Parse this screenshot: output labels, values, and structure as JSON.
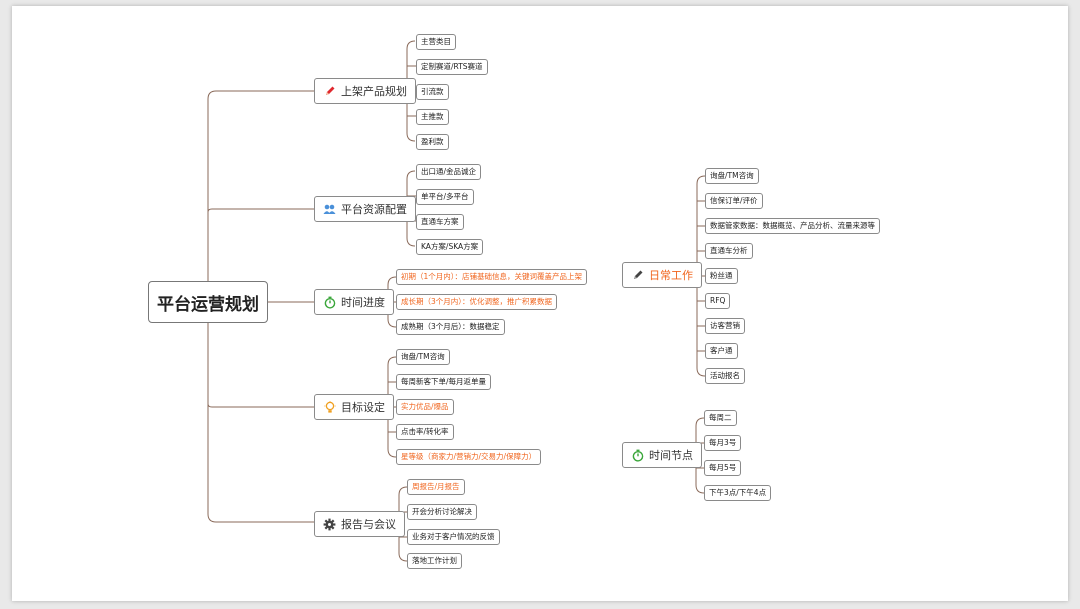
{
  "root": {
    "label": "平台运营规划"
  },
  "branches": {
    "b1": {
      "label": "上架产品规划",
      "icon": "pencil-icon",
      "leaves": [
        "主营类目",
        "定制赛道/RTS赛道",
        "引流款",
        "主推款",
        "盈利款"
      ]
    },
    "b2": {
      "label": "平台资源配置",
      "icon": "people-icon",
      "leaves": [
        "出口通/金品诚企",
        "单平台/多平台",
        "直通车方案",
        "KA方案/SKA方案"
      ]
    },
    "b3": {
      "label": "时间进度",
      "icon": "timer-icon",
      "leaves": [
        "初期（1个月内）：店铺基础信息，关键词覆盖产品上架",
        "成长期（3个月内）：优化调整，推广积累数据",
        "成熟期（3个月后）：数据稳定"
      ]
    },
    "b4": {
      "label": "目标设定",
      "icon": "lightbulb-icon",
      "leaves": [
        "询盘/TM咨询",
        "每周新客下单/每月返单量",
        "实力优品/爆品",
        "点击率/转化率",
        "星等级（商家力/营销力/交易力/保障力）"
      ]
    },
    "b5": {
      "label": "报告与会议",
      "icon": "gear-icon",
      "leaves": [
        "周报告/月报告",
        "开会分析讨论解决",
        "业务对于客户情况的反馈",
        "落地工作计划"
      ]
    },
    "b6": {
      "label": "日常工作",
      "icon": "pencil-icon",
      "leaves": [
        "询盘/TM咨询",
        "信保订单/评价",
        "数据管家数据：数据概览、产品分析、流量来源等",
        "直通车分析",
        "粉丝通",
        "RFQ",
        "访客营销",
        "客户通",
        "活动报名"
      ]
    },
    "b7": {
      "label": "时间节点",
      "icon": "timer-icon",
      "leaves": [
        "每周二",
        "每月3号",
        "每月5号",
        "下午3点/下午4点"
      ]
    }
  },
  "colors": {
    "line": "#8a6a5a",
    "accent": "#f0651e",
    "pencil": "#e0282e",
    "people": "#4a90d9",
    "timer": "#3aa63a",
    "bulb": "#f0a020",
    "gear": "#444444"
  }
}
